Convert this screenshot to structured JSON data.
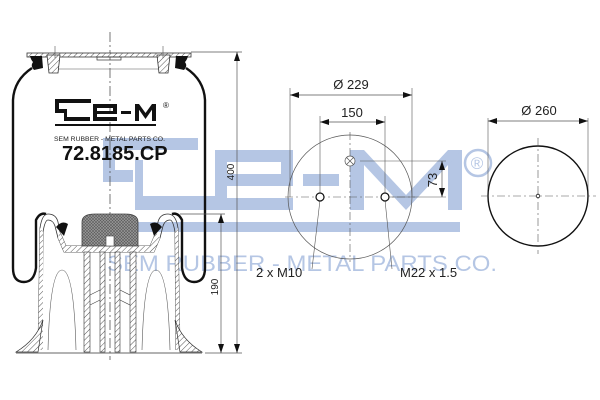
{
  "drawing": {
    "brand": {
      "logo_text": "Se-M",
      "registered_mark": "®",
      "company_name": "SEM RUBBER - METAL PARTS CO.",
      "part_number": "72.8185.CP"
    },
    "side_view": {
      "overall_height_label": "400",
      "piston_height_label": "190"
    },
    "top_plate_view": {
      "plate_diameter_label": "Ø 229",
      "bolt_spacing_label": "150",
      "air_inlet_offset_label": "73",
      "bolt_thread_label": "2 x M10",
      "air_fitting_label": "M22 x 1.5"
    },
    "bottom_view": {
      "diameter_label": "Ø 260"
    },
    "watermark": {
      "logo_text": "Se-M",
      "registered_mark": "®",
      "text": "SEM RUBBER - METAL PARTS CO.",
      "color": "#a9bde0"
    },
    "colors": {
      "line": "#111111",
      "thin_line": "#555555",
      "hatch_fill": "#8a8a8a",
      "watermark": "#a9bde0"
    }
  }
}
